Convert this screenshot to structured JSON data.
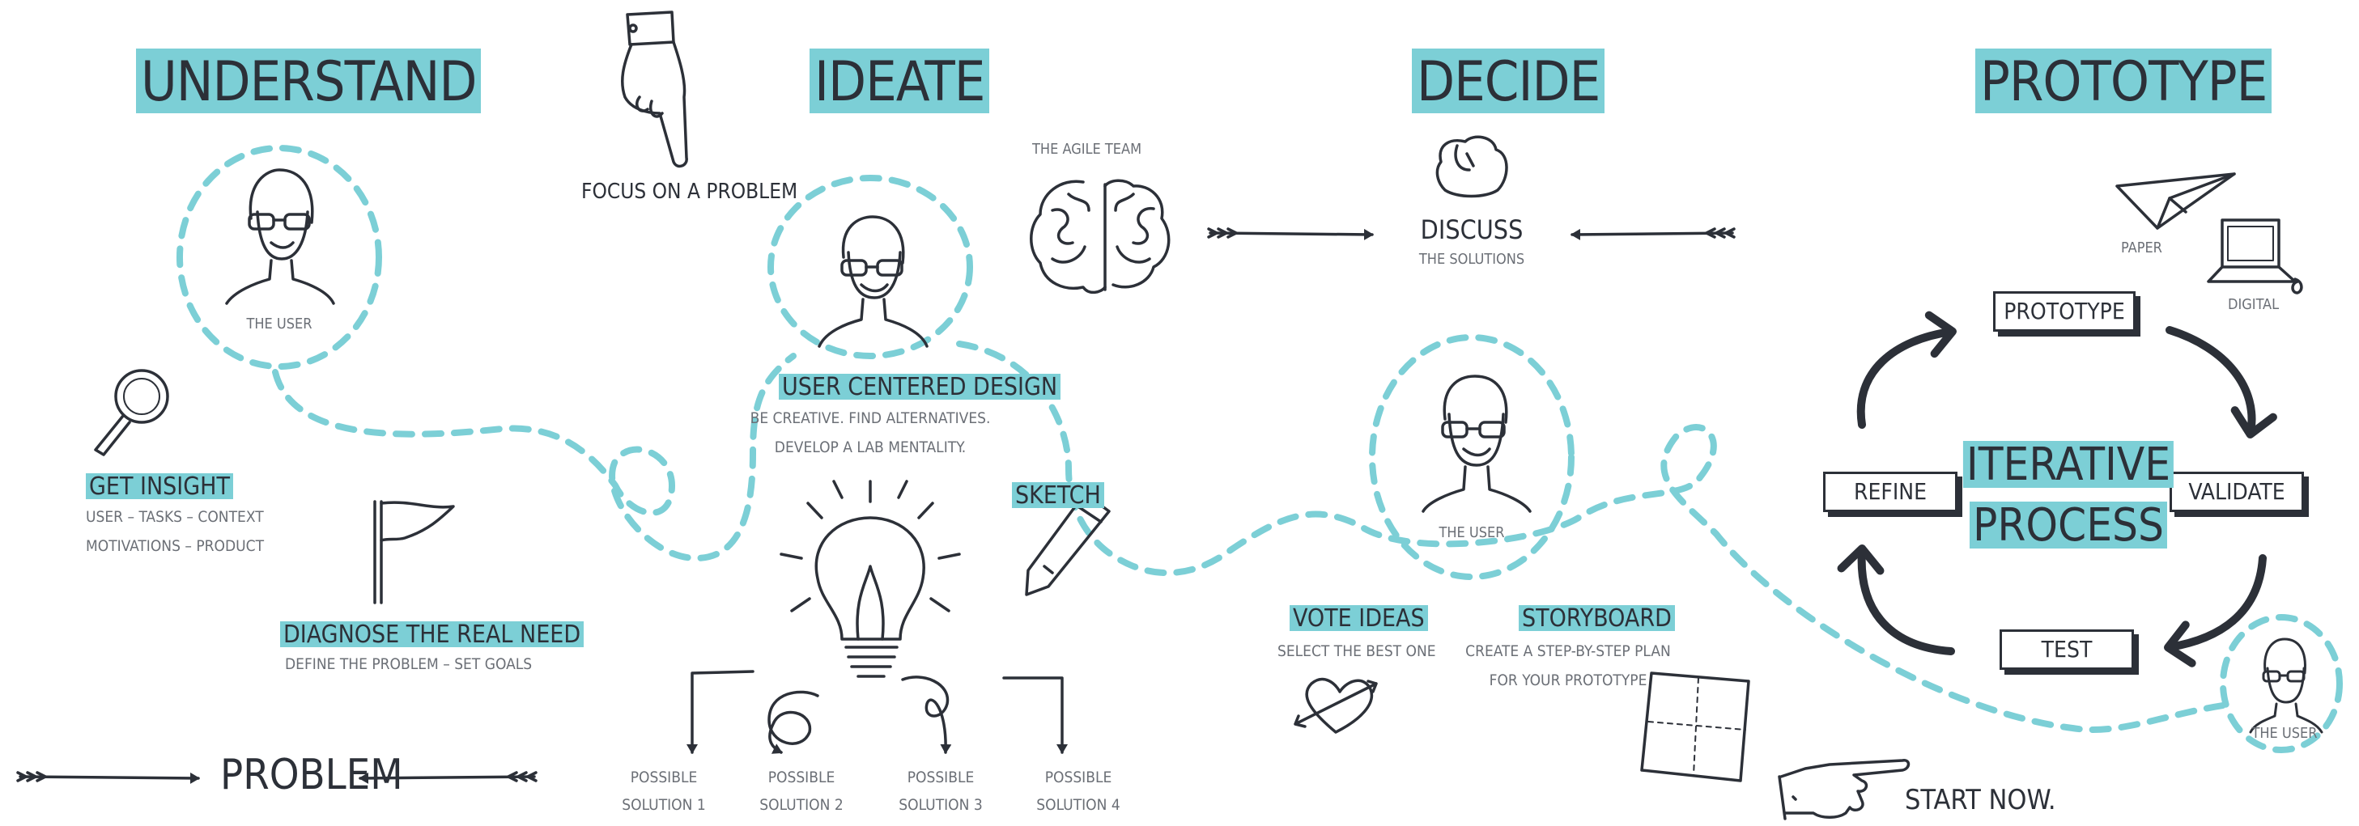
{
  "phases": {
    "understand": "UNDERSTAND",
    "ideate": "IDEATE",
    "decide": "DECIDE",
    "prototype": "PROTOTYPE"
  },
  "understand": {
    "user_label": "THE USER",
    "insight_title": "GET INSIGHT",
    "insight_line1": "USER – TASKS – CONTEXT",
    "insight_line2": "MOTIVATIONS – PRODUCT",
    "diagnose_title": "DIAGNOSE THE REAL NEED",
    "diagnose_sub": "DEFINE THE PROBLEM – SET GOALS",
    "problem": "PROBLEM",
    "focus": "FOCUS ON A PROBLEM"
  },
  "ideate": {
    "agile_team": "THE AGILE TEAM",
    "ucd_title": "USER CENTERED DESIGN",
    "ucd_line1": "BE CREATIVE. FIND ALTERNATIVES.",
    "ucd_line2": "DEVELOP A LAB MENTALITY.",
    "sketch": "SKETCH",
    "solutions": [
      {
        "line1": "POSSIBLE",
        "line2": "SOLUTION 1"
      },
      {
        "line1": "POSSIBLE",
        "line2": "SOLUTION 2"
      },
      {
        "line1": "POSSIBLE",
        "line2": "SOLUTION 3"
      },
      {
        "line1": "POSSIBLE",
        "line2": "SOLUTION 4"
      }
    ]
  },
  "decide": {
    "discuss": "DISCUSS",
    "discuss_sub": "THE SOLUTIONS",
    "user_label": "THE USER",
    "vote_title": "VOTE IDEAS",
    "vote_sub": "SELECT THE BEST ONE",
    "storyboard_title": "STORYBOARD",
    "storyboard_line1": "CREATE A STEP-BY-STEP PLAN",
    "storyboard_line2": "FOR YOUR PROTOTYPE"
  },
  "prototype": {
    "paper": "PAPER",
    "digital": "DIGITAL",
    "cycle": {
      "prototype": "PROTOTYPE",
      "validate": "VALIDATE",
      "test": "TEST",
      "refine": "REFINE"
    },
    "center_line1": "ITERATIVE",
    "center_line2": "PROCESS",
    "user_label": "THE USER",
    "start": "START NOW."
  },
  "colors": {
    "accent": "#7ccfd6",
    "ink": "#2c3038",
    "muted": "#6b6f76"
  }
}
